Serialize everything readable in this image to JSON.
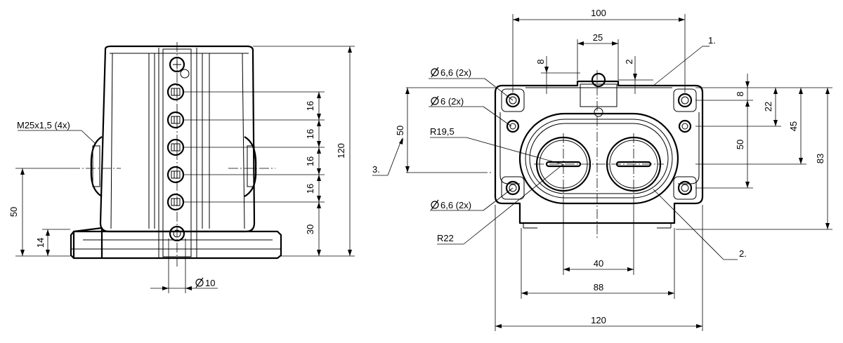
{
  "colors": {
    "line": "#000000",
    "background": "#ffffff"
  },
  "side_view": {
    "thread_callout": "M25x1,5 (4x)",
    "dim_height_overall": "120",
    "dim_pitch_1": "16",
    "dim_pitch_2": "16",
    "dim_pitch_3": "16",
    "dim_pitch_4": "16",
    "dim_bottom": "30",
    "dim_axis_height": "50",
    "dim_base_height": "14",
    "dim_pin_diameter": "10"
  },
  "front_view": {
    "dim_width_top": "100",
    "dim_25": "25",
    "dim_8_top": "8",
    "dim_2": "2",
    "hole_66_top": "6,6 (2x)",
    "hole_6": "6 (2x)",
    "radius_195": "R19,5",
    "dim_50_left": "50",
    "hole_66_bottom": "6,6 (2x)",
    "radius_22": "R22",
    "dim_40": "40",
    "dim_88": "88",
    "dim_120_width": "120",
    "dim_8_right": "8",
    "dim_22": "22",
    "dim_45": "45",
    "dim_50_right": "50",
    "dim_83": "83",
    "callout_1": "1.",
    "callout_2": "2.",
    "callout_3": "3."
  }
}
